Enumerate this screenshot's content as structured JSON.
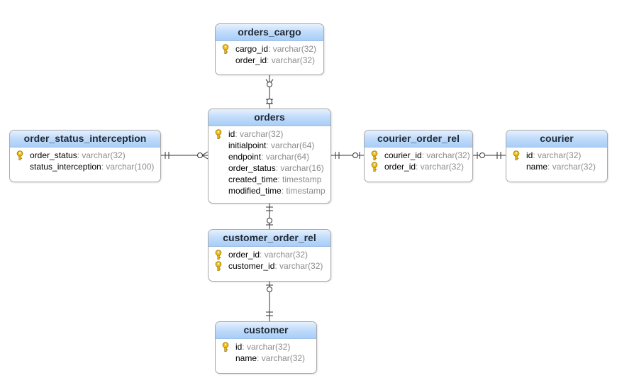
{
  "entities": [
    {
      "name": "orders_cargo",
      "fields": [
        {
          "name": "cargo_id",
          "type": ": varchar(32)",
          "pk": true
        },
        {
          "name": "order_id",
          "type": ": varchar(32)",
          "pk": false
        }
      ]
    },
    {
      "name": "orders",
      "fields": [
        {
          "name": "id",
          "type": ": varchar(32)",
          "pk": true
        },
        {
          "name": "initialpoint",
          "type": ": varchar(64)",
          "pk": false
        },
        {
          "name": "endpoint",
          "type": ": varchar(64)",
          "pk": false
        },
        {
          "name": "order_status",
          "type": ": varchar(16)",
          "pk": false
        },
        {
          "name": "created_time",
          "type": ": timestamp",
          "pk": false
        },
        {
          "name": "modified_time",
          "type": ": timestamp",
          "pk": false
        }
      ]
    },
    {
      "name": "order_status_interception",
      "fields": [
        {
          "name": "order_status",
          "type": ": varchar(32)",
          "pk": true
        },
        {
          "name": "status_interception",
          "type": ": varchar(100)",
          "pk": false
        }
      ]
    },
    {
      "name": "courier_order_rel",
      "fields": [
        {
          "name": "courier_id",
          "type": ": varchar(32)",
          "pk": true
        },
        {
          "name": "order_id",
          "type": ": varchar(32)",
          "pk": true
        }
      ]
    },
    {
      "name": "courier",
      "fields": [
        {
          "name": "id",
          "type": ": varchar(32)",
          "pk": true
        },
        {
          "name": "name",
          "type": ": varchar(32)",
          "pk": false
        }
      ]
    },
    {
      "name": "customer_order_rel",
      "fields": [
        {
          "name": "order_id",
          "type": ": varchar(32)",
          "pk": true
        },
        {
          "name": "customer_id",
          "type": ": varchar(32)",
          "pk": true
        }
      ]
    },
    {
      "name": "customer",
      "fields": [
        {
          "name": "id",
          "type": ": varchar(32)",
          "pk": true
        },
        {
          "name": "name",
          "type": ": varchar(32)",
          "pk": false
        }
      ]
    }
  ],
  "relationships": [
    {
      "from": "orders",
      "to": "orders_cargo",
      "from_end": "one-mandatory",
      "to_end": "zero-or-many"
    },
    {
      "from": "orders",
      "to": "order_status_interception",
      "from_end": "zero-or-many",
      "to_end": "one-mandatory"
    },
    {
      "from": "orders",
      "to": "courier_order_rel",
      "from_end": "one-mandatory",
      "to_end": "zero-or-one"
    },
    {
      "from": "courier_order_rel",
      "to": "courier",
      "from_end": "zero-or-one",
      "to_end": "one-mandatory"
    },
    {
      "from": "orders",
      "to": "customer_order_rel",
      "from_end": "one-mandatory",
      "to_end": "zero-or-one"
    },
    {
      "from": "customer_order_rel",
      "to": "customer",
      "from_end": "zero-or-one",
      "to_end": "one-mandatory"
    }
  ],
  "icons": {
    "primary_key": "key-icon"
  },
  "colors": {
    "header_top": "#e6f1fd",
    "header_bottom": "#a9cdf7",
    "type_text": "#8c8c8c",
    "key_gold": "#f2c21b"
  }
}
